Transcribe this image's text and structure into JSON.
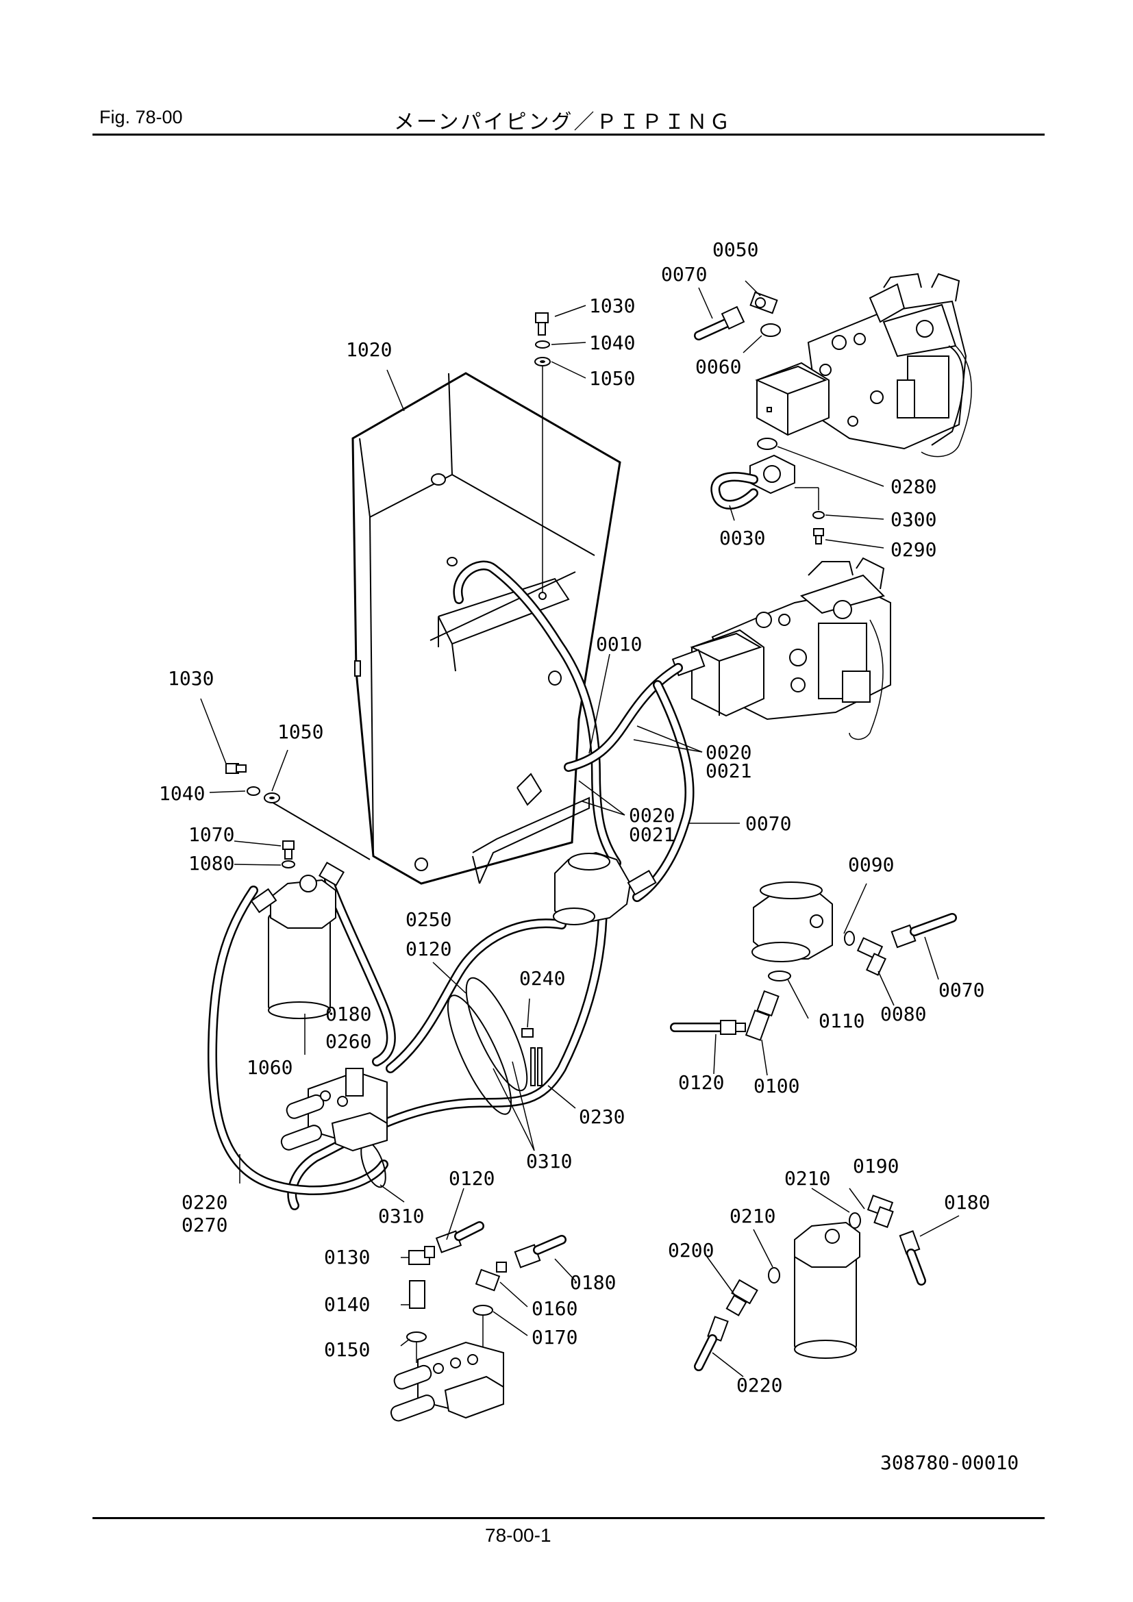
{
  "header": {
    "figure_number": "Fig.  78-00",
    "title": "メーンパイピング／ＰＩＰＩＮＧ"
  },
  "drawing": {
    "drawing_number": "308780-00010",
    "callouts": {
      "c0050": "0050",
      "c0070a": "0070",
      "c1030a": "1030",
      "c1040a": "1040",
      "c1050a": "1050",
      "c1020": "1020",
      "c0060": "0060",
      "c0280": "0280",
      "c0300": "0300",
      "c0030": "0030",
      "c0290": "0290",
      "c0010": "0010",
      "c1030b": "1030",
      "c1050b": "1050",
      "c0020a": "0020",
      "c0021a": "0021",
      "c1040b": "1040",
      "c0020b": "0020",
      "c0021b": "0021",
      "c0070b": "0070",
      "c1070": "1070",
      "c1080": "1080",
      "c0090": "0090",
      "c0250": "0250",
      "c0120a": "0120",
      "c0240": "0240",
      "c0070c": "0070",
      "c0180a": "0180",
      "c0110": "0110",
      "c0080": "0080",
      "c0260": "0260",
      "c1060": "1060",
      "c0120b": "0120",
      "c0100": "0100",
      "c0230": "0230",
      "c0310a": "0310",
      "c0190": "0190",
      "c0210a": "0210",
      "c0180b": "0180",
      "c0120c": "0120",
      "c0220a": "0220",
      "c0270": "0270",
      "c0310b": "0310",
      "c0210b": "0210",
      "c0130": "0130",
      "c0200": "0200",
      "c0180c": "0180",
      "c0140": "0140",
      "c0160": "0160",
      "c0170": "0170",
      "c0150": "0150",
      "c0220b": "0220"
    }
  },
  "footer": {
    "page_number": "78-00-1"
  }
}
